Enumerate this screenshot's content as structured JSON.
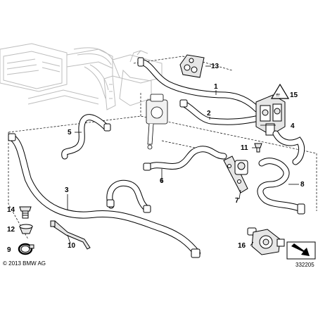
{
  "callouts": {
    "c1": "1",
    "c2": "2",
    "c3": "3",
    "c4": "4",
    "c5": "5",
    "c6": "6",
    "c7": "7",
    "c8": "8",
    "c9": "9",
    "c10": "10",
    "c11": "11",
    "c12": "12",
    "c13": "13",
    "c14": "14",
    "c15": "15",
    "c16": "16"
  },
  "footer": {
    "copyright": "© 2013 BMW AG",
    "diagram_number": "332205"
  },
  "colors": {
    "line": "#000000",
    "ghost": "#c8c8c8",
    "fill": "#ffffff",
    "part_fill": "#e6e6e6"
  }
}
